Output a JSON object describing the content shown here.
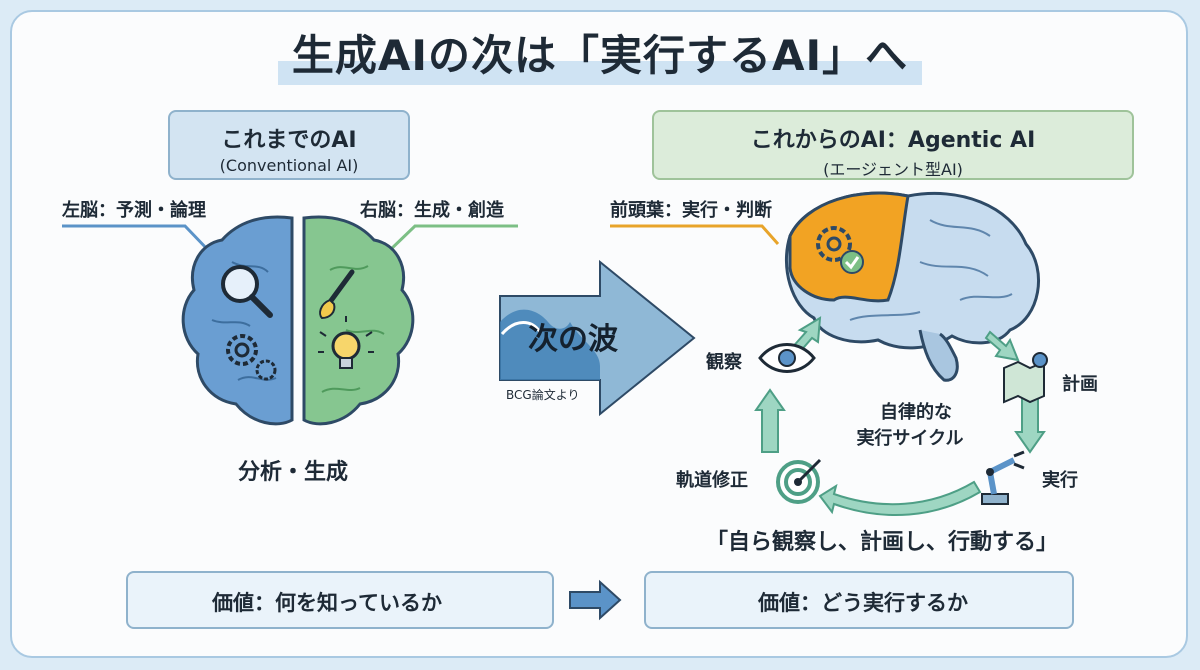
{
  "title": "生成AIの次は「実行するAI」へ",
  "conventional": {
    "title": "これまでのAI",
    "subtitle": "(Conventional AI)"
  },
  "agentic": {
    "title": "これからのAI：Agentic AI",
    "subtitle": "(エージェント型AI)"
  },
  "left_brain_label": "左脳：予測・論理",
  "right_brain_label": "右脳：生成・創造",
  "analysis_label": "分析・生成",
  "wave": {
    "label": "次の波",
    "source": "BCG論文より"
  },
  "frontal_lobe_label": "前頭葉：実行・判断",
  "cycle": {
    "observe": "観察",
    "plan": "計画",
    "execute": "実行",
    "correct": "軌道修正",
    "center_line1": "自律的な",
    "center_line2": "実行サイクル"
  },
  "quote": "「自ら観察し、計画し、行動する」",
  "value_old": "価値：何を知っているか",
  "value_new": "価値：どう実行するか",
  "colors": {
    "blue": "#5b93c8",
    "green": "#7cbf85",
    "orange": "#f2a323",
    "accent_line": "#e8a42a",
    "teal": "#7fc6b3"
  }
}
